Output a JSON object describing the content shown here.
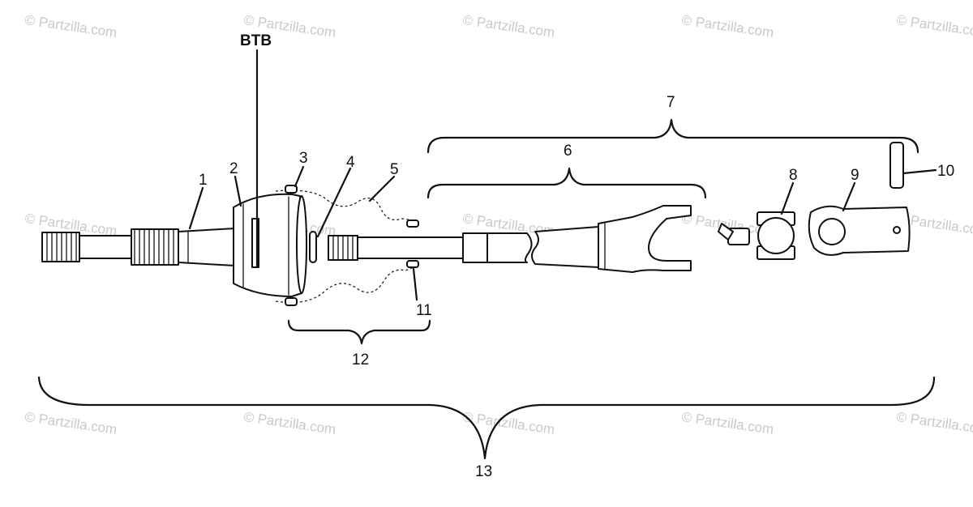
{
  "watermark": "© Partzilla.com",
  "callouts": {
    "btb": "BTB",
    "c1": "1",
    "c2": "2",
    "c3": "3",
    "c4": "4",
    "c5": "5",
    "c6": "6",
    "c7": "7",
    "c8": "8",
    "c9": "9",
    "c10": "10",
    "c11": "11",
    "c12": "12",
    "c13": "13"
  }
}
